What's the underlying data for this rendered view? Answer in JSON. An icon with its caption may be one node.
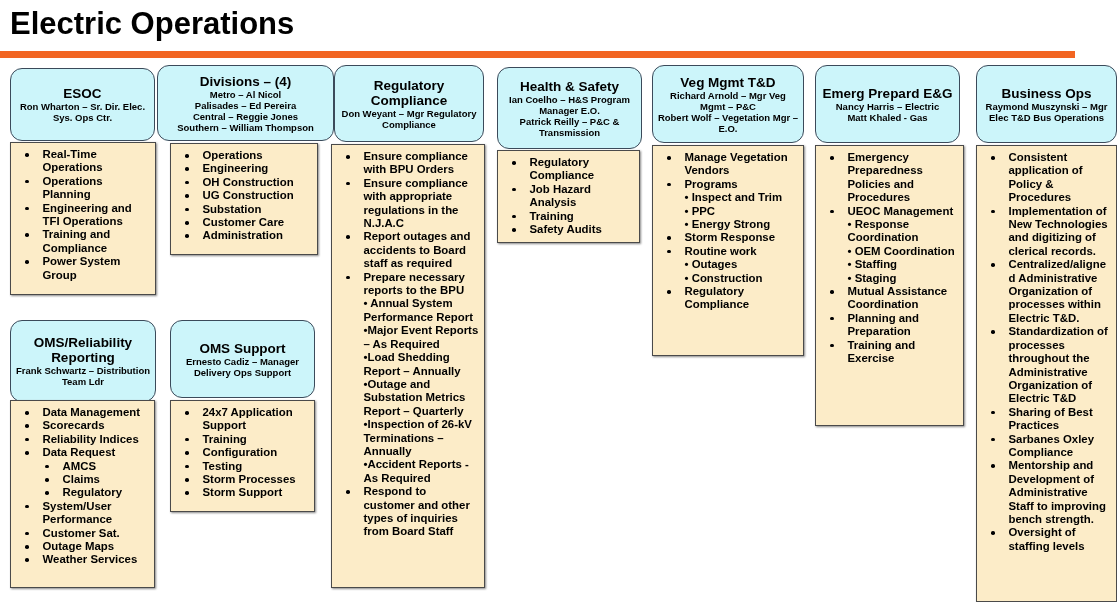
{
  "diagram": {
    "title": "Electric Operations",
    "nodes": [
      {
        "text": [
          "ESOC",
          "Ron Wharton – Sr. Dir. Elec. Sys. Ops Ctr."
        ]
      },
      {
        "text": [
          "Real-Time Operations",
          "Operations Planning",
          "Engineering and TFI Operations",
          "Training and Compliance",
          "Power System Group"
        ]
      },
      {
        "text": [
          "Divisions – (4)",
          "Metro – Al Nicol",
          "Palisades – Ed Pereira",
          "Central – Reggie Jones",
          "Southern – William Thompson"
        ]
      },
      {
        "text": [
          "Operations",
          "Engineering",
          "OH Construction",
          "UG Construction",
          "Substation",
          "Customer Care",
          "Administration"
        ]
      },
      {
        "text": [
          "Regulatory Compliance",
          "Don Weyant – Mgr Regulatory Compliance"
        ]
      },
      {
        "text": [
          "Ensure compliance with BPU Orders",
          "Ensure compliance with appropriate regulations in the N.J.A.C",
          "Report outages and accidents to Board staff as required",
          "Prepare necessary reports to the BPU",
          "• Annual System Performance Report",
          "•Major Event Reports – As Required",
          "•Load Shedding Report – Annually",
          "•Outage and Substation Metrics Report – Quarterly",
          "•Inspection of 26-kV Terminations – Annually",
          "•Accident Reports - As Required",
          "Respond to customer and other types of inquiries from Board Staff"
        ]
      },
      {
        "text": [
          "Health & Safety",
          "Ian Coelho – H&S Program Manager E.O.",
          "Patrick Reilly – P&C & Transmission"
        ]
      },
      {
        "text": [
          "Regulatory Compliance",
          "Job Hazard Analysis",
          "Training",
          "Safety Audits"
        ]
      },
      {
        "text": [
          "Veg Mgmt T&D",
          "Richard Arnold – Mgr Veg Mgmt – P&C",
          "Robert Wolf – Vegetation Mgr – E.O."
        ]
      },
      {
        "text": [
          "Manage Vegetation Vendors",
          "Programs",
          "• Inspect and Trim",
          "• PPC",
          "• Energy Strong",
          "Storm Response",
          "Routine work",
          "• Outages",
          "• Construction",
          "Regulatory Compliance"
        ]
      },
      {
        "text": [
          "Emerg Prepard E&G",
          "Nancy Harris – Electric",
          "Matt Khaled - Gas"
        ]
      },
      {
        "text": [
          "Emergency Preparedness Policies and Procedures",
          "UEOC Management",
          "• Response Coordination",
          "• OEM Coordination",
          "• Staffing",
          "• Staging",
          "Mutual Assistance Coordination",
          "Planning and Preparation",
          "Training and Exercise"
        ]
      },
      {
        "text": [
          "Business Ops",
          "Raymond Muszynski – Mgr Elec T&D Bus Operations"
        ]
      },
      {
        "text": [
          "Consistent application of Policy & Procedures",
          "Implementation of New Technologies and digitizing of clerical records.",
          "Centralized/aligned Administrative Organization of processes within Electric T&D.",
          "Standardization of processes throughout the Administrative Organization of Electric T&D",
          "Sharing of Best Practices",
          "Sarbanes Oxley Compliance",
          "Mentorship and Development of Administrative Staff to improving bench strength.",
          "Oversight of staffing levels"
        ]
      },
      {
        "text": [
          "OMS/Reliability Reporting",
          "Frank Schwartz – Distribution Team Ldr"
        ]
      },
      {
        "text": [
          "Data Management",
          "Scorecards",
          "Reliability Indices",
          "Data Request",
          "AMCS",
          "Claims",
          "Regulatory",
          "System/User Performance",
          "Customer Sat.",
          "Outage Maps",
          "Weather Services"
        ]
      },
      {
        "text": [
          "OMS Support",
          "Ernesto Cadiz – Manager Delivery Ops Support"
        ]
      },
      {
        "text": [
          "24x7 Application Support",
          "Training",
          "Configuration",
          "Testing",
          "Storm Processes",
          "Storm Support"
        ]
      }
    ],
    "edges": []
  }
}
